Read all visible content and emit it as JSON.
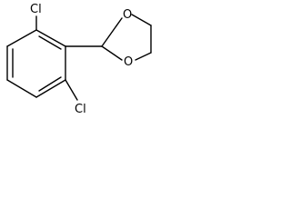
{
  "molecule": {
    "atoms": {
      "cl_top": "Cl",
      "cl_bottom": "Cl",
      "o_top": "O",
      "o_bottom": "O"
    }
  }
}
